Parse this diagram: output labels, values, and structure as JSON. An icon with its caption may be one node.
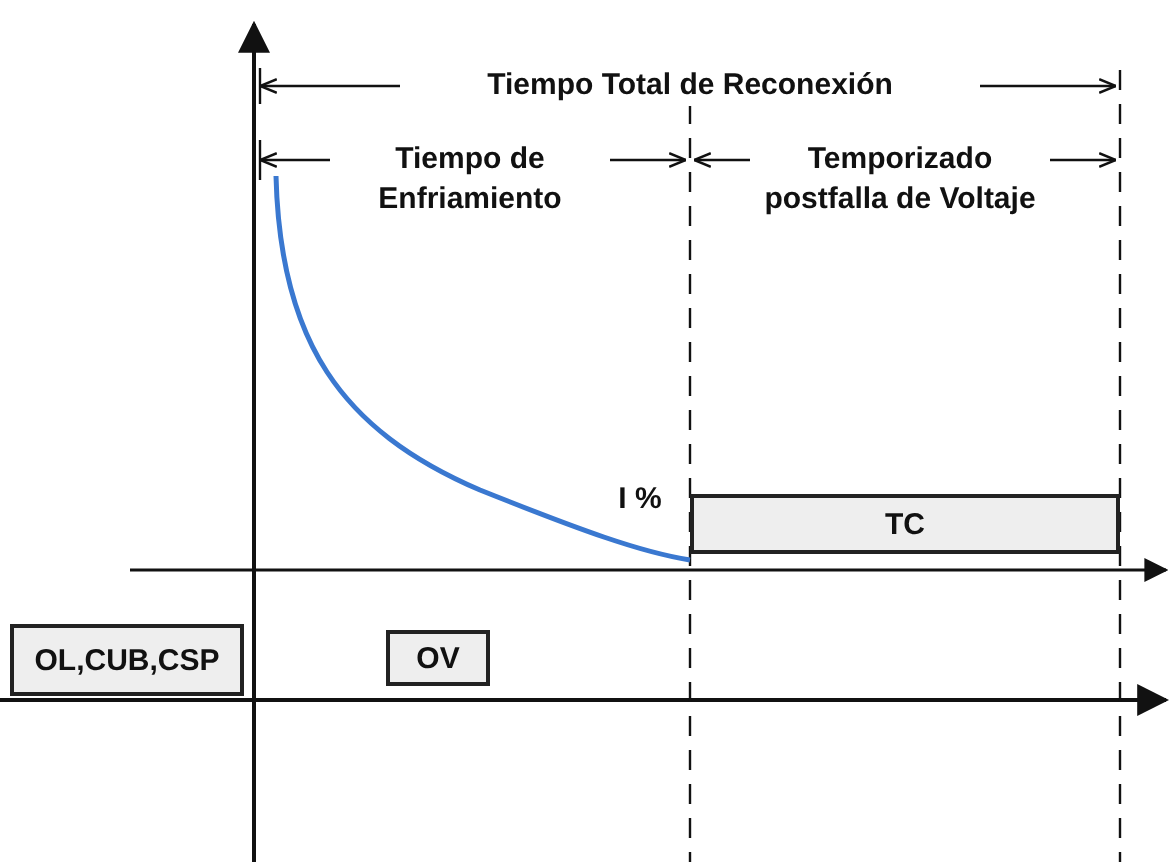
{
  "diagram": {
    "nodes": [
      {
        "text": [
          "TC"
        ]
      },
      {
        "text": [
          "OL,CUB,CSP"
        ]
      },
      {
        "text": [
          "OV"
        ]
      }
    ],
    "labels": [
      "Tiempo Total de Reconexión",
      "Tiempo de Enfriamiento",
      "Temporizado postfalla de Voltaje",
      "I %"
    ]
  }
}
